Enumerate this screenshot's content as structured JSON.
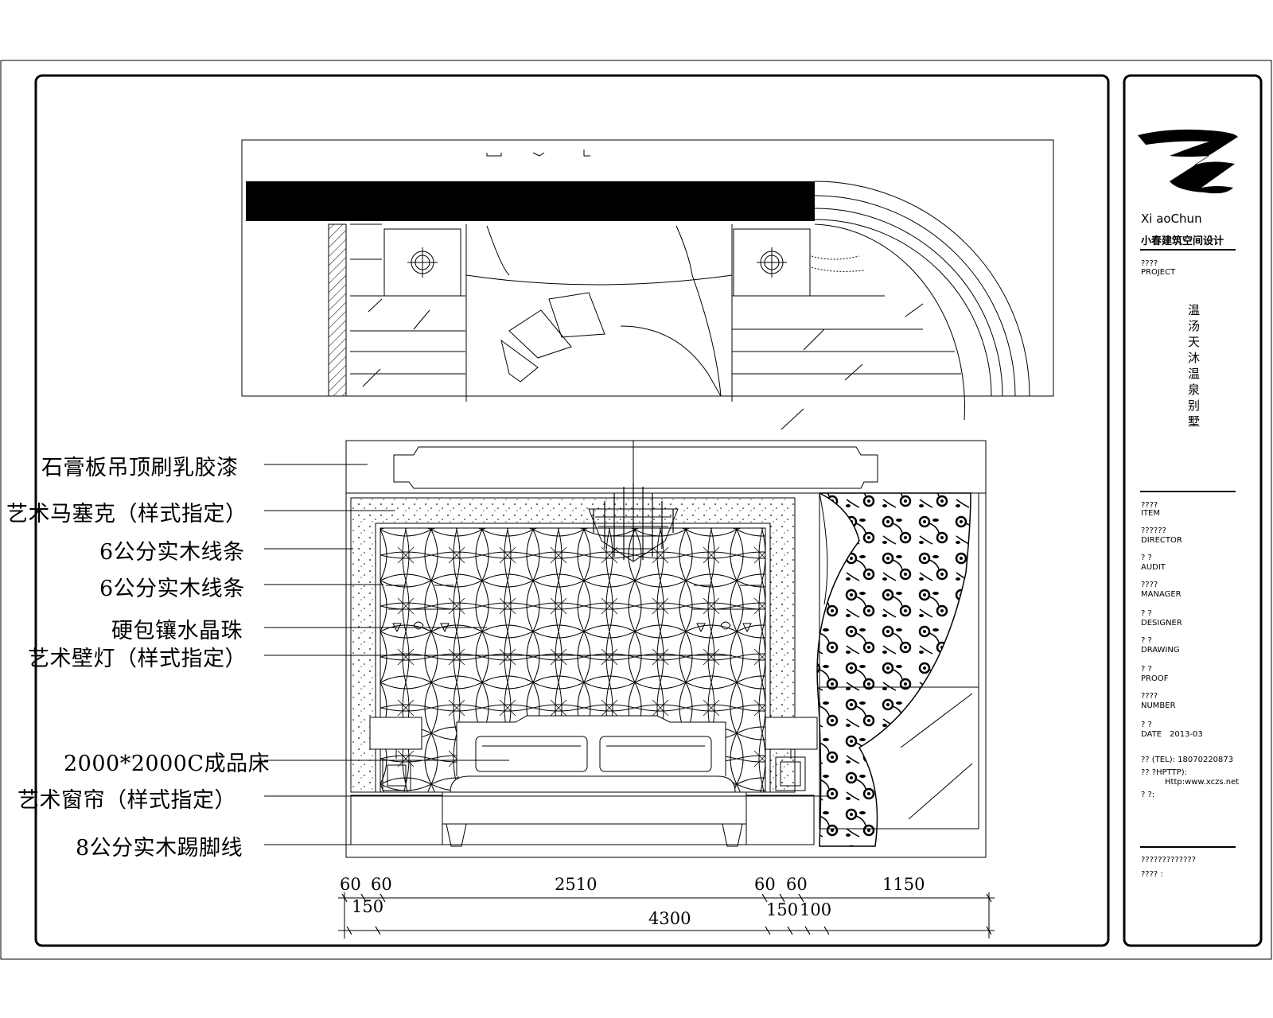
{
  "callouts": [
    "石膏板吊顶刷乳胶漆",
    "艺术马塞克（样式指定）",
    "6公分实木线条",
    "6公分实木线条",
    "硬包镶水晶珠",
    "艺术壁灯（样式指定）",
    "2000*2000C成品床",
    "艺术窗帘（样式指定）",
    "8公分实木踢脚线"
  ],
  "dimensions": {
    "row1": [
      "60",
      "60",
      "2510",
      "60",
      "60",
      "1150"
    ],
    "row2": [
      "150",
      "150",
      "100"
    ],
    "total": "4300"
  },
  "title_block": {
    "logo_latin": "Xi aoChun",
    "logo_cn": "小春建筑空间设计",
    "project_q": "????",
    "project_label": "PROJECT",
    "project_name": "温汤天沐温泉别墅",
    "item_q": "????",
    "item_label": "ITEM",
    "director_q": "??????",
    "director_label": "DIRECTOR",
    "audit_q": "?  ?",
    "audit_label": "AUDIT",
    "manager_q": "????",
    "manager_label": "MANAGER",
    "designer_q": "?  ?",
    "designer_label": "DESIGNER",
    "drawing_q": "?  ?",
    "drawing_label": "DRAWING",
    "proof_q": "?  ?",
    "proof_label": "PROOF",
    "number_q": "????",
    "number_label": "NUMBER",
    "date_q": "?  ?",
    "date_label": "DATE",
    "date_value": "2013-03",
    "tel_line": "??   (TEL): 18070220873",
    "http_line": "??   ?HPTTP):",
    "url": "Http:www.xczs.net",
    "fax_line": "?  ?:",
    "footer_q1": "?????????????",
    "footer_q2": "????   :"
  }
}
